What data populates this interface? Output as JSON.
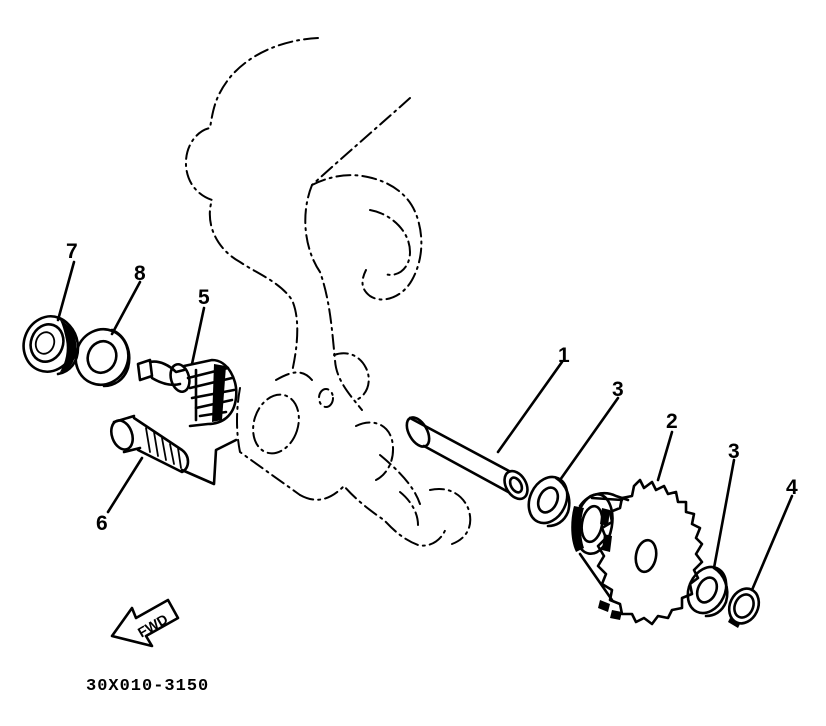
{
  "diagram": {
    "drawing_code": "30X010-3150",
    "direction_label": "FWD",
    "callouts": [
      {
        "id": "callout-1",
        "label": "1"
      },
      {
        "id": "callout-2",
        "label": "2"
      },
      {
        "id": "callout-3a",
        "label": "3"
      },
      {
        "id": "callout-3b",
        "label": "3"
      },
      {
        "id": "callout-4",
        "label": "4"
      },
      {
        "id": "callout-5",
        "label": "5"
      },
      {
        "id": "callout-6",
        "label": "6"
      },
      {
        "id": "callout-7",
        "label": "7"
      },
      {
        "id": "callout-8",
        "label": "8"
      }
    ]
  }
}
